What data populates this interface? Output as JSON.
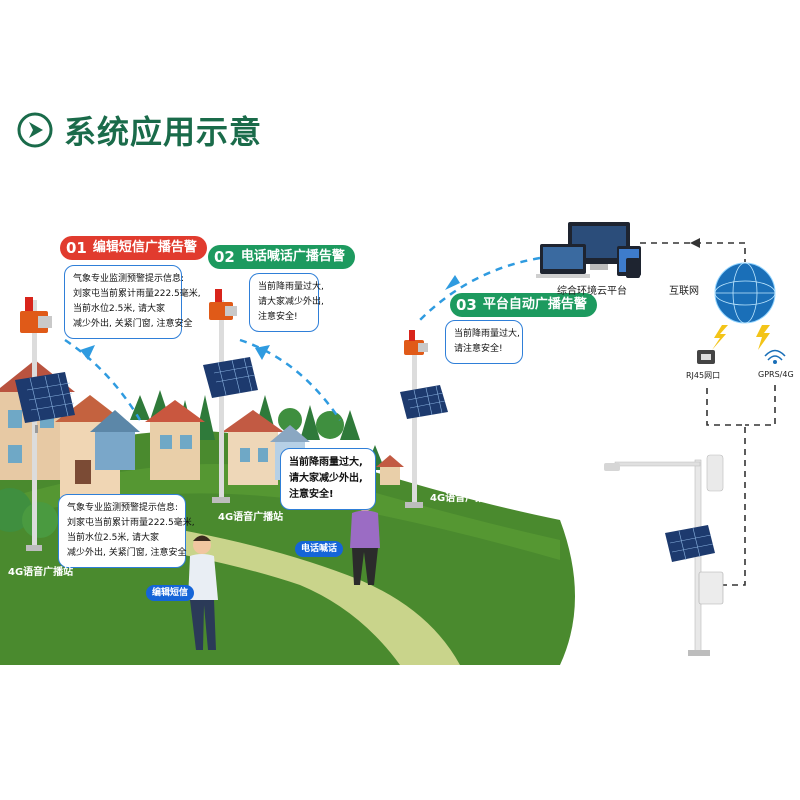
{
  "header": {
    "title": "系统应用示意"
  },
  "sections": [
    {
      "num": "01",
      "label": "编辑短信广播告警"
    },
    {
      "num": "02",
      "label": "电话喊话广播告警"
    },
    {
      "num": "03",
      "label": "平台自动广播告警"
    }
  ],
  "bubbles": {
    "sms_top": [
      "气象专业监测预警提示信息:",
      "刘家屯当前累计雨量222.5毫米,",
      "当前水位2.5米, 请大家",
      "减少外出, 关紧门窗, 注意安全"
    ],
    "phone_top": [
      "当前降雨量过大,",
      "请大家减少外出,",
      "注意安全!"
    ],
    "platform": [
      "当前降雨量过大,",
      "请注意安全!"
    ],
    "phone_person": [
      "当前降雨量过大,",
      "请大家减少外出,",
      "注意安全!"
    ],
    "sms_person": [
      "气象专业监测预警提示信息:",
      "刘家屯当前累计雨量222.5毫米,",
      "当前水位2.5米, 请大家",
      "减少外出, 关紧门窗, 注意安全"
    ]
  },
  "stations": {
    "label": "4G语音广播站"
  },
  "people": {
    "sms_badge": "编辑短信",
    "phone_badge": "电话喊话"
  },
  "network": {
    "cloud_platform": "综合环境云平台",
    "internet": "互联网",
    "rj45": "RJ45网口",
    "gprs": "GPRS/4G"
  },
  "colors": {
    "title": "#1a6b4a",
    "label_red": "#e13b2e",
    "label_green": "#1d9a5f",
    "signal_blue": "#2f9be0",
    "grass": "#4a8a2e"
  }
}
